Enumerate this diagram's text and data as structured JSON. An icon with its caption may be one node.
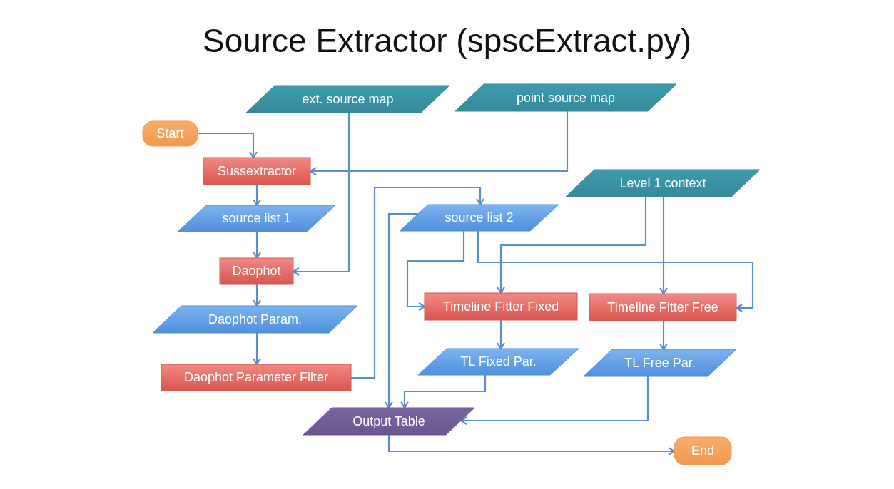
{
  "diagram": {
    "title": "Source Extractor (spscExtract.py)",
    "nodes": [
      {
        "text": [
          "ext. source map"
        ]
      },
      {
        "text": [
          "point source map"
        ]
      },
      {
        "text": [
          "Start"
        ]
      },
      {
        "text": [
          "Sussextractor"
        ]
      },
      {
        "text": [
          "Level 1 context"
        ]
      },
      {
        "text": [
          "source list 2"
        ]
      },
      {
        "text": [
          "source list 1"
        ]
      },
      {
        "text": [
          "Daophot"
        ]
      },
      {
        "text": [
          "Timeline Fitter Fixed"
        ]
      },
      {
        "text": [
          "Timeline Fitter Free"
        ]
      },
      {
        "text": [
          "Daophot Param."
        ]
      },
      {
        "text": [
          "TL Fixed Par."
        ]
      },
      {
        "text": [
          "TL Free Par."
        ]
      },
      {
        "text": [
          "Daophot Parameter Filter"
        ]
      },
      {
        "text": [
          "Output Table"
        ]
      },
      {
        "text": [
          "End"
        ]
      }
    ],
    "edges": [
      {
        "from": 2,
        "to": 3,
        "arrow": "to"
      },
      {
        "from": 1,
        "to": 3,
        "arrow": "to"
      },
      {
        "from": 3,
        "to": 6,
        "arrow": "to"
      },
      {
        "from": 6,
        "to": 7,
        "arrow": "to"
      },
      {
        "from": 0,
        "to": 7,
        "arrow": "to"
      },
      {
        "from": 7,
        "to": 10,
        "arrow": "to"
      },
      {
        "from": 10,
        "to": 13,
        "arrow": "to"
      },
      {
        "from": 13,
        "to": 5,
        "arrow": "to"
      },
      {
        "from": 5,
        "to": 14,
        "arrow": "to"
      },
      {
        "from": 5,
        "to": 8,
        "arrow": "to"
      },
      {
        "from": 5,
        "to": 9,
        "arrow": "to"
      },
      {
        "from": 4,
        "to": 8,
        "arrow": "to"
      },
      {
        "from": 4,
        "to": 9,
        "arrow": "to"
      },
      {
        "from": 8,
        "to": 11,
        "arrow": "to"
      },
      {
        "from": 9,
        "to": 12,
        "arrow": "to"
      },
      {
        "from": 11,
        "to": 14,
        "arrow": "to"
      },
      {
        "from": 12,
        "to": 14,
        "arrow": "to"
      },
      {
        "from": 14,
        "to": 15,
        "arrow": "to"
      }
    ]
  }
}
